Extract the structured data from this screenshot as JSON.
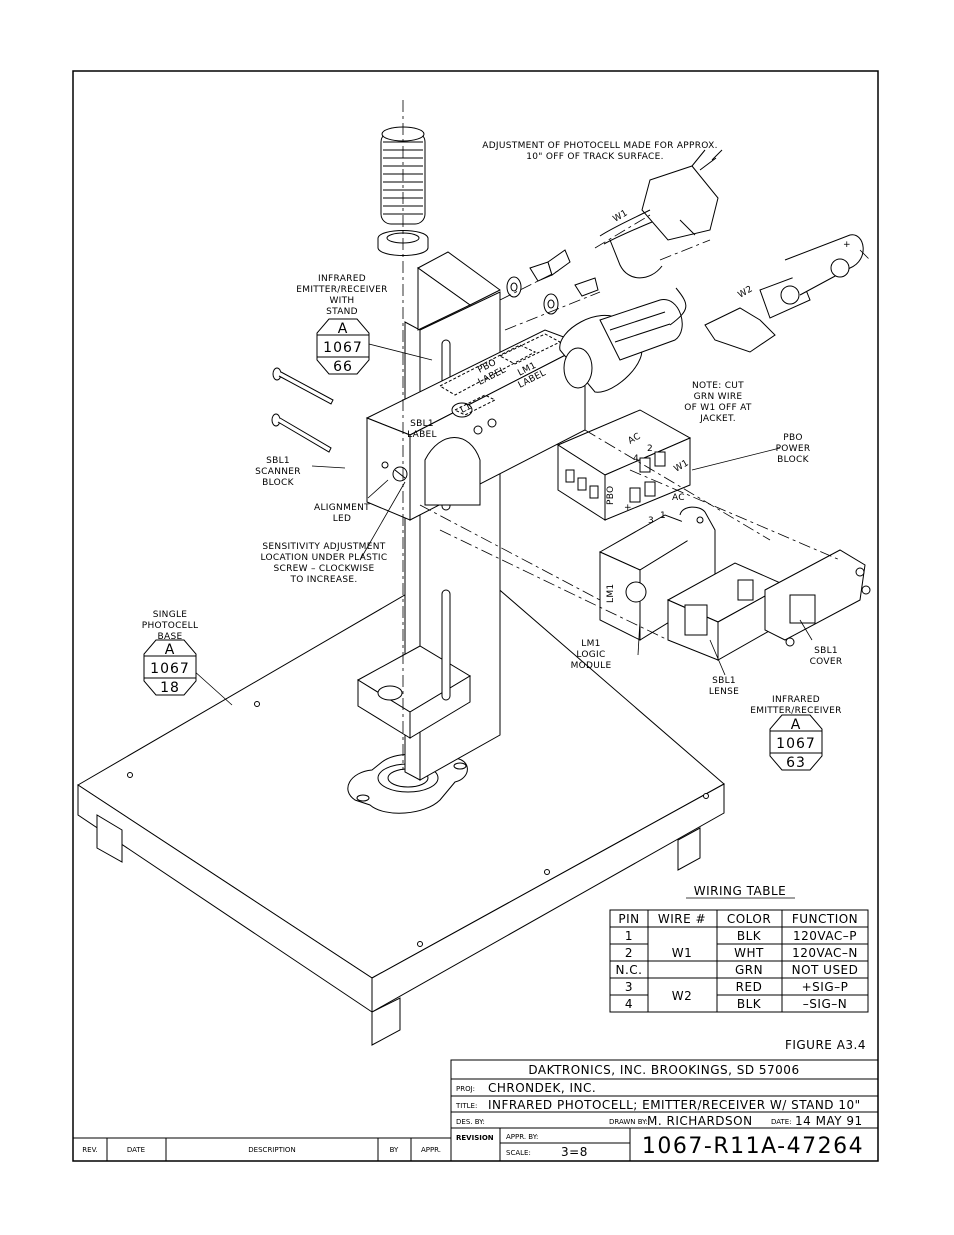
{
  "callouts": {
    "adjustment_note": [
      "ADJUSTMENT OF PHOTOCELL MADE FOR APPROX.",
      "10\" OFF OF TRACK SURFACE."
    ],
    "emitter_stand": [
      "INFRARED",
      "EMITTER/RECEIVER",
      "WITH",
      "STAND"
    ],
    "sbl1_scanner_block": [
      "SBL1",
      "SCANNER",
      "BLOCK"
    ],
    "sbl1_label": [
      "SBL1",
      "LABEL"
    ],
    "pbo_label": [
      "PBO",
      "LABEL"
    ],
    "lm1_label": [
      "LM1",
      "LABEL"
    ],
    "l1_tag": "L1",
    "alignment_led": [
      "ALIGNMENT",
      "LED"
    ],
    "sensitivity": [
      "SENSITIVITY ADJUSTMENT",
      "LOCATION UNDER PLASTIC",
      "SCREW – CLOCKWISE",
      "TO INCREASE."
    ],
    "single_base": [
      "SINGLE",
      "PHOTOCELL",
      "BASE"
    ],
    "note_cut": [
      "NOTE: CUT",
      "GRN WIRE",
      "OF W1 OFF AT",
      "JACKET."
    ],
    "pbo_power_block": [
      "PBO",
      "POWER",
      "BLOCK"
    ],
    "lm1_module": [
      "LM1",
      "LOGIC",
      "MODULE"
    ],
    "sbl1_lense": [
      "SBL1",
      "LENSE"
    ],
    "sbl1_cover": [
      "SBL1",
      "COVER"
    ],
    "emitter_receiver": [
      "INFRARED",
      "EMITTER/RECEIVER"
    ],
    "w1": "W1",
    "w2": "W2",
    "pbo_text": "PBO",
    "lm1_text": "LM1",
    "ac": "AC",
    "plus": "+",
    "pins": [
      "4",
      "2",
      "3",
      "1"
    ]
  },
  "hex_tags": [
    {
      "letter": "A",
      "num1": "1067",
      "num2": "66"
    },
    {
      "letter": "A",
      "num1": "1067",
      "num2": "18"
    },
    {
      "letter": "A",
      "num1": "1067",
      "num2": "63"
    }
  ],
  "wiring_table": {
    "title": "WIRING TABLE",
    "headers": [
      "PIN",
      "WIRE #",
      "COLOR",
      "FUNCTION"
    ],
    "rows": [
      {
        "pin": "1",
        "color": "BLK",
        "function": "120VAC–P"
      },
      {
        "pin": "2",
        "color": "WHT",
        "function": "120VAC–N"
      },
      {
        "pin": "N.C.",
        "color": "GRN",
        "function": "NOT USED"
      },
      {
        "pin": "3",
        "color": "RED",
        "function": "+SIG–P"
      },
      {
        "pin": "4",
        "color": "BLK",
        "function": "–SIG–N"
      }
    ],
    "wire_groups": [
      "W1",
      "W2"
    ]
  },
  "figure_label": "FIGURE A3.4",
  "title_block": {
    "company": "DAKTRONICS, INC.   BROOKINGS, SD 57006",
    "proj_label": "PROJ:",
    "proj_value": "CHRONDEK, INC.",
    "title_label": "TITLE:",
    "title_value": "INFRARED PHOTOCELL; EMITTER/RECEIVER W/ STAND 10\"",
    "des_label": "DES. BY:",
    "drawn_label": "DRAWN BY:",
    "drawn_value": "M. RICHARDSON",
    "date_label": "DATE:",
    "date_value": "14 MAY 91",
    "revision_label": "REVISION",
    "appr_label": "APPR. BY:",
    "scale_label": "SCALE:",
    "scale_value": "3=8",
    "drawing_number": "1067-R11A-47264"
  },
  "revision_block": {
    "headers": [
      "REV.",
      "DATE",
      "DESCRIPTION",
      "BY",
      "APPR."
    ]
  }
}
